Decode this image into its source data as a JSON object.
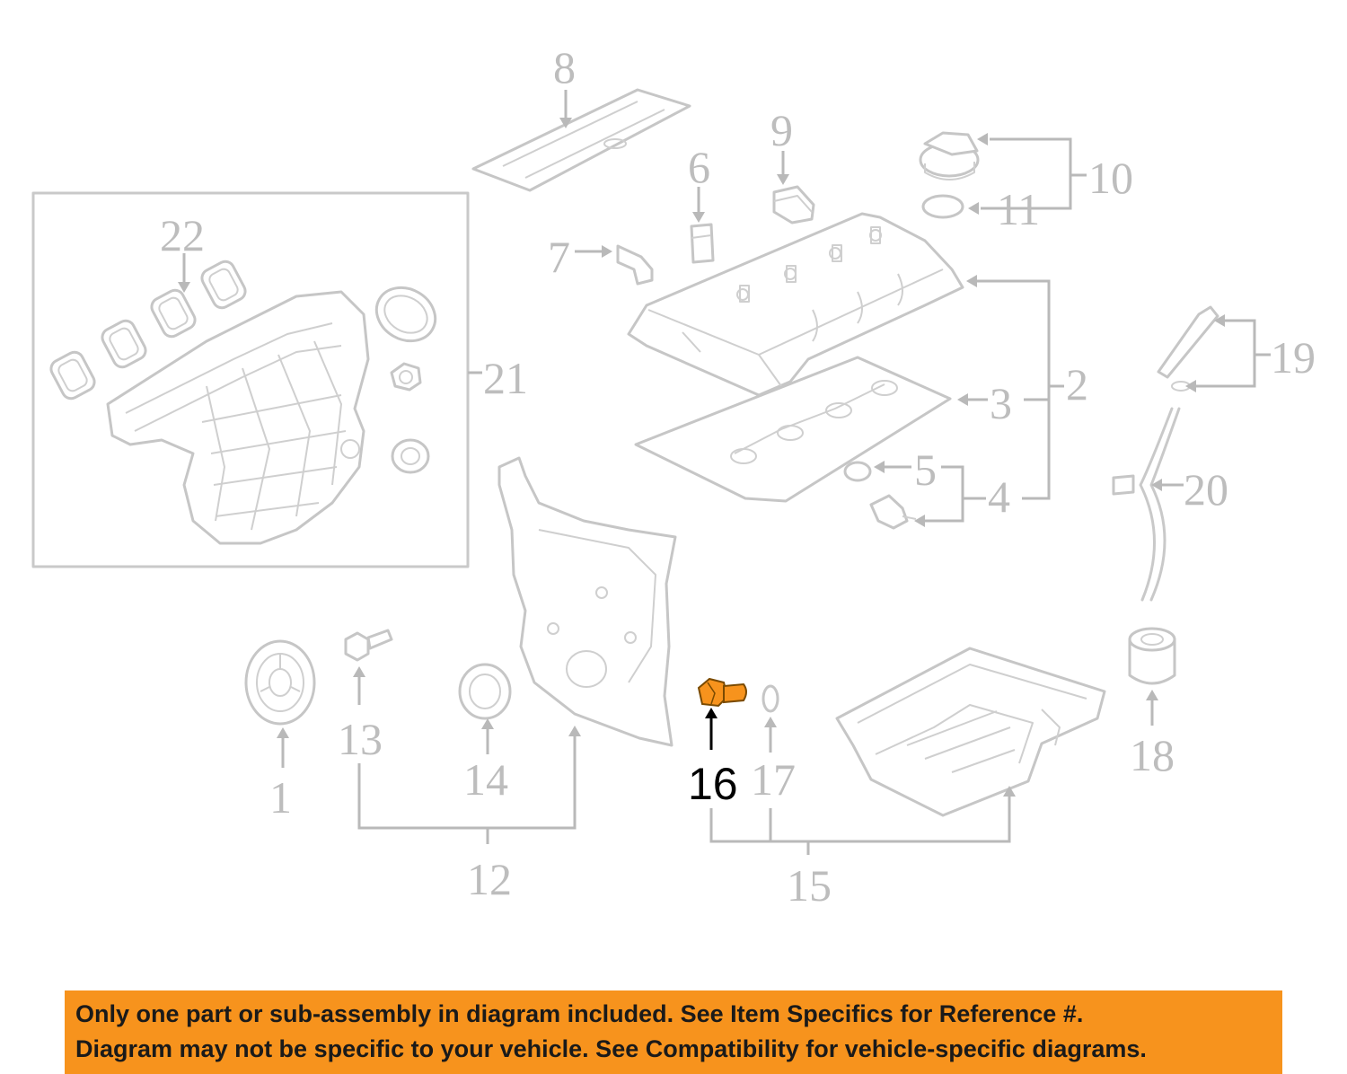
{
  "callouts": {
    "c1": "1",
    "c2": "2",
    "c3": "3",
    "c4": "4",
    "c5": "5",
    "c6": "6",
    "c7": "7",
    "c8": "8",
    "c9": "9",
    "c10": "10",
    "c11": "11",
    "c12": "12",
    "c13": "13",
    "c14": "14",
    "c15": "15",
    "c16": "16",
    "c17": "17",
    "c18": "18",
    "c19": "19",
    "c20": "20",
    "c21": "21",
    "c22": "22"
  },
  "highlighted_part": "16",
  "colors": {
    "highlight": "#f7931d",
    "notice_background": "#f7931d",
    "diagram_lines": "#c6c6c6"
  },
  "notice": {
    "line1": "Only one part or sub-assembly in diagram included. See Item Specifics for Reference #.",
    "line2": "Diagram may not be specific to your vehicle. See Compatibility for vehicle-specific diagrams."
  }
}
